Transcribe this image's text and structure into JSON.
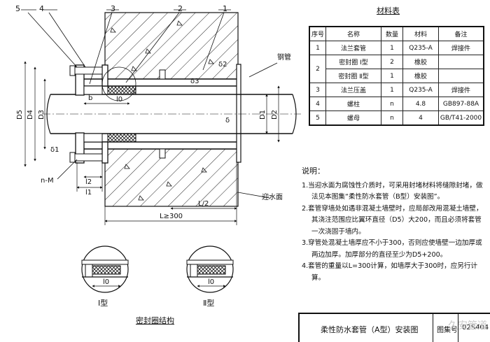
{
  "material_table": {
    "title": "材料表",
    "headers": [
      "序号",
      "名称",
      "数量",
      "材料",
      "备注"
    ],
    "rows": [
      {
        "no": "1",
        "name": "法兰套管",
        "qty": "1",
        "material": "Q235-A",
        "note": "焊接件"
      },
      {
        "no": "2",
        "name": "密封圈 Ⅰ型",
        "qty": "2",
        "material": "橡胶",
        "note": ""
      },
      {
        "no": "",
        "name": "密封圈 Ⅱ型",
        "qty": "1",
        "material": "橡胶",
        "note": ""
      },
      {
        "no": "3",
        "name": "法兰压盖",
        "qty": "1",
        "material": "Q235-A",
        "note": "焊接件"
      },
      {
        "no": "4",
        "name": "螺柱",
        "qty": "n",
        "material": "4.8",
        "note": "GB897-88A"
      },
      {
        "no": "5",
        "name": "螺母",
        "qty": "n",
        "material": "4",
        "note": "GB/T41-2000"
      }
    ]
  },
  "notes": {
    "heading": "说明：",
    "items": [
      "1.当迎水面为腐蚀性介质时，可采用封堵材料将缝隙封堵，做法见本图集“柔性防水套管（B型）安装图”。",
      "2.套管穿墙处如遇非混凝土墙壁时，应局部改用混凝土墙壁，其浇注范围应比翼环直径（D5）大200，而且必须将套管一次浇固于墙内。",
      "3.穿管处混凝土墙厚应不小于300，否则应使墙壁一边加厚或两边加厚。加厚部分的直径至少为D5+200。",
      "4.套管的重量以L=300计算，如墙厚大于300时，应另行计算。"
    ]
  },
  "title_block": {
    "drawing_name": "柔性防水套管（A型）安装图",
    "number_label": "图集号",
    "number": "02S404"
  },
  "watermark": "久安管道",
  "main_view": {
    "callouts": [
      "5",
      "4",
      "3",
      "2",
      "1"
    ],
    "label_pipe": "钢管",
    "label_water_face": "迎水面",
    "label_bolts": "n-M",
    "dims_left": [
      "D5",
      "D4",
      "D3"
    ],
    "dims_right": [
      "D1",
      "D2"
    ],
    "dim_delta": "δ",
    "dim_delta1": "δ1",
    "dim_delta2": "δ2",
    "dim_delta3": "δ3",
    "dim_b": "b",
    "dim_l0": "l0",
    "dim_l1": "l1",
    "dim_l2": "l2",
    "dim_half_l": "L/2",
    "dim_l": "L≥300"
  },
  "seal_detail": {
    "title": "密封圈结构",
    "type1_label": "Ⅰ型",
    "type2_label": "Ⅱ型",
    "dim_l0": "l0"
  }
}
